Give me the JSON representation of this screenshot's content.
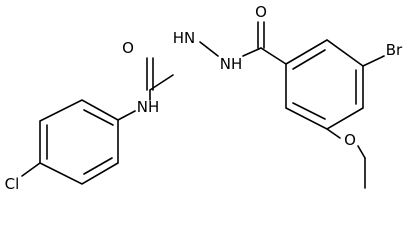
{
  "molecule": {
    "atoms": {
      "o_urea": "O",
      "nh_hydrazide_1": "HN",
      "nh_hydrazide_2": "NH",
      "o_benzoyl": "O",
      "bromine": "Br",
      "nh_aniline": "NH",
      "o_methoxy": "O",
      "chlorine": "Cl"
    }
  }
}
